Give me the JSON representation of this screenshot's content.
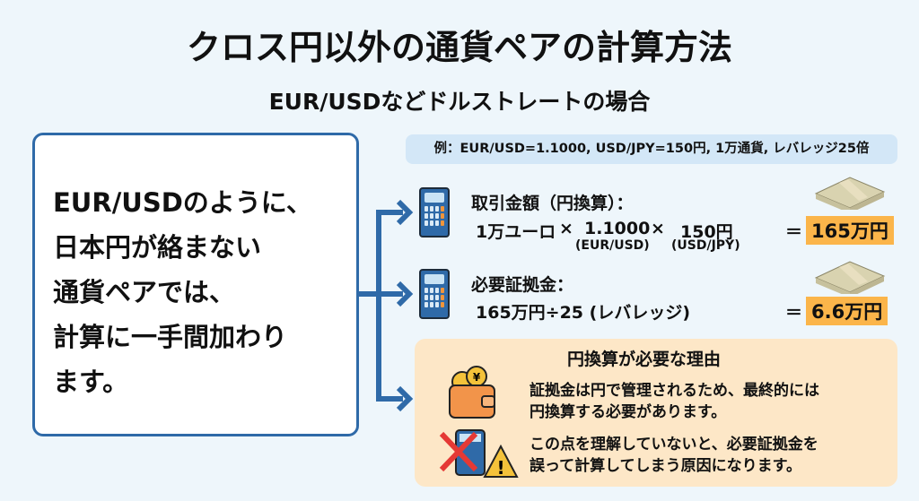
{
  "title": "クロス円以外の通貨ペアの計算方法",
  "subtitle": "EUR/USDなどドルストレートの場合",
  "left_box": {
    "lines": [
      "EUR/USDのように、",
      "日本円が絡まない",
      "通貨ペアでは、",
      "計算に一手間加わり",
      "ます。"
    ]
  },
  "example": "例：EUR/USD=1.1000, USD/JPY=150円, 1万通貨, レバレッジ25倍",
  "trade_amount": {
    "label": "取引金額（円換算）：",
    "term1": "1万ユーロ",
    "times1": "×",
    "term2": "1.1000",
    "term2_sub": "(EUR/USD)",
    "times2": "×",
    "term3": "150円",
    "term3_sub": "(USD/JPY)",
    "equals": "＝",
    "result": "165万円"
  },
  "margin": {
    "label": "必要証拠金：",
    "formula": "165万円÷25 (レバレッジ)",
    "equals": "＝",
    "result": "6.6万円"
  },
  "reason": {
    "title": "円換算が必要な理由",
    "point1": [
      "証拠金は円で管理されるため、最終的には",
      "円換算する必要があります。"
    ],
    "point2": [
      "この点を理解していないと、必要証拠金を",
      "誤って計算してしまう原因になります。"
    ]
  },
  "colors": {
    "accent": "#2f6aa8",
    "highlight": "#fbb54a",
    "reason_bg": "#fde7c7",
    "example_bg": "#d3e7f7"
  }
}
